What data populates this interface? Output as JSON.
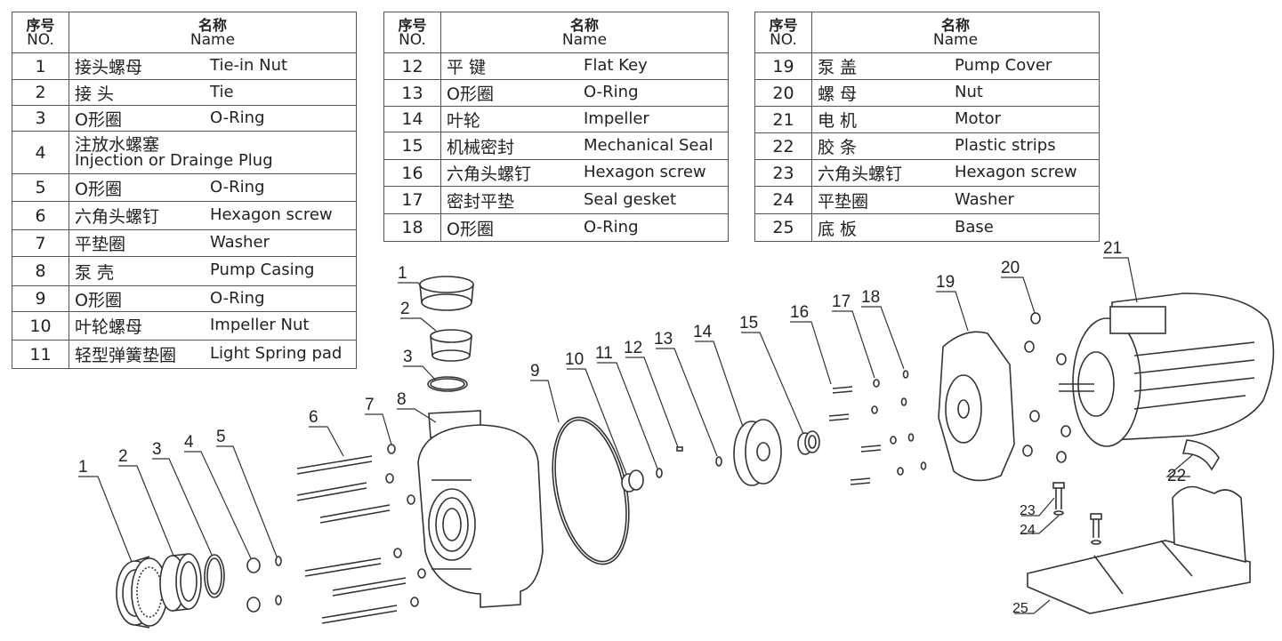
{
  "headers": {
    "no_zh": "序号",
    "no_en": "NO.",
    "name_zh": "名称",
    "name_en": "Name"
  },
  "tables": [
    {
      "rows": [
        {
          "no": "1",
          "zh": "接头螺母",
          "en": "Tie-in Nut"
        },
        {
          "no": "2",
          "zh": "接 头",
          "en": "Tie"
        },
        {
          "no": "3",
          "zh": "O形圈",
          "en": "O-Ring"
        },
        {
          "no": "4",
          "zh": "注放水螺塞",
          "en": "Injection or Drainge Plug"
        },
        {
          "no": "5",
          "zh": "O形圈",
          "en": "O-Ring"
        },
        {
          "no": "6",
          "zh": "六角头螺钉",
          "en": "Hexagon screw"
        },
        {
          "no": "7",
          "zh": "平垫圈",
          "en": "Washer"
        },
        {
          "no": "8",
          "zh": "泵 壳",
          "en": "Pump Casing"
        },
        {
          "no": "9",
          "zh": "O形圈",
          "en": "O-Ring"
        },
        {
          "no": "10",
          "zh": "叶轮螺母",
          "en": "Impeller Nut"
        },
        {
          "no": "11",
          "zh": "轻型弹簧垫圈",
          "en": "Light Spring pad"
        }
      ]
    },
    {
      "rows": [
        {
          "no": "12",
          "zh": "平 键",
          "en": "Flat Key"
        },
        {
          "no": "13",
          "zh": "O形圈",
          "en": "O-Ring"
        },
        {
          "no": "14",
          "zh": "叶轮",
          "en": "Impeller"
        },
        {
          "no": "15",
          "zh": "机械密封",
          "en": "Mechanical Seal"
        },
        {
          "no": "16",
          "zh": "六角头螺钉",
          "en": "Hexagon screw"
        },
        {
          "no": "17",
          "zh": "密封平垫",
          "en": "Seal gesket"
        },
        {
          "no": "18",
          "zh": "O形圈",
          "en": "O-Ring"
        }
      ]
    },
    {
      "rows": [
        {
          "no": "19",
          "zh": "泵 盖",
          "en": "Pump Cover"
        },
        {
          "no": "20",
          "zh": "螺 母",
          "en": "Nut"
        },
        {
          "no": "21",
          "zh": "电 机",
          "en": "Motor"
        },
        {
          "no": "22",
          "zh": "胶 条",
          "en": "Plastic strips"
        },
        {
          "no": "23",
          "zh": "六角头螺钉",
          "en": "Hexagon screw"
        },
        {
          "no": "24",
          "zh": "平垫圈",
          "en": "Washer"
        },
        {
          "no": "25",
          "zh": "底 板",
          "en": "Base"
        }
      ]
    }
  ],
  "callouts": {
    "c1a": "1",
    "c2a": "2",
    "c3a": "3",
    "c4a": "4",
    "c5a": "5",
    "c6a": "6",
    "c7a": "7",
    "c8a": "8",
    "c1b": "1",
    "c2b": "2",
    "c3b": "3",
    "c9": "9",
    "c10": "10",
    "c11": "11",
    "c12": "12",
    "c13": "13",
    "c14": "14",
    "c15": "15",
    "c16": "16",
    "c17": "17",
    "c18": "18",
    "c19": "19",
    "c20": "20",
    "c21": "21",
    "c22": "22",
    "c23": "23",
    "c24": "24",
    "c25": "25"
  }
}
